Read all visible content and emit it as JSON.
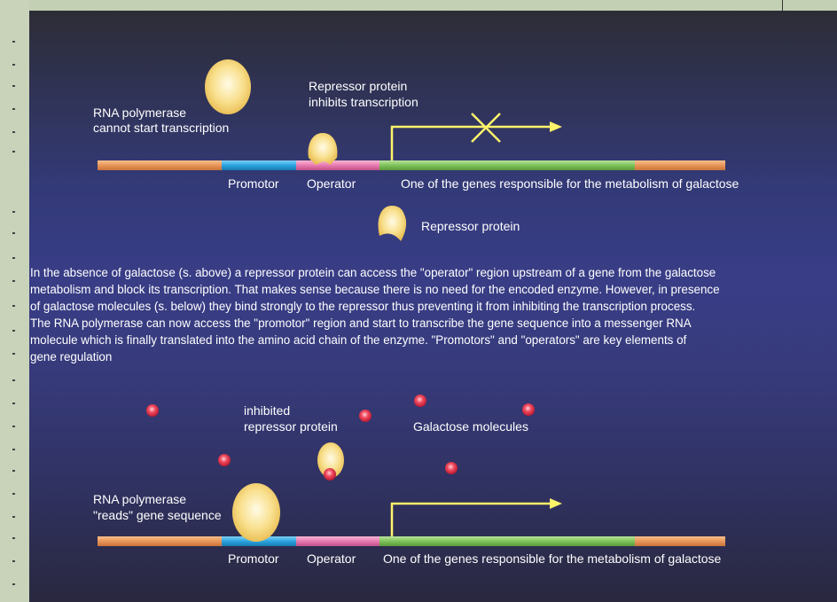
{
  "top": {
    "rna_polymerase_label": "RNA polymerase",
    "rna_polymerase_label_2": "cannot start transcription",
    "repressor_label": "Repressor protein",
    "repressor_label_2": "inhibits transcription",
    "promotor": "Promotor",
    "operator": "Operator",
    "gene": "One of the genes responsible for the metabolism of galactose"
  },
  "legend": {
    "repressor": "Repressor protein"
  },
  "paragraph": [
    "In the absence of galactose (s. above) a repressor protein can access  the \"operator\" region upstream of a gene from the galactose",
    "metabolism and block its transcription. That makes sense because there is no need for the encoded enzyme.  However, in presence",
    "of galactose molecules (s. below) they bind strongly to the repressor thus preventing it from inhibiting the transcription process.",
    "The RNA polymerase can now access the \"promotor\" region and start to transcribe the gene sequence into a messenger RNA",
    "molecule which is finally translated into the amino acid chain of the enzyme. \"Promotors\" and \"operators\" are key elements of",
    "gene regulation"
  ],
  "bottom": {
    "inhibited_label": "inhibited",
    "inhibited_label_2": "repressor protein",
    "galactose_label": "Galactose molecules",
    "rna_polymerase_label": "RNA polymerase",
    "rna_polymerase_label_2": "\"reads\" gene sequence",
    "promotor": "Promotor",
    "operator": "Operator",
    "gene": "One of the genes responsible for the metabolism of galactose"
  },
  "colors": {
    "segment_orange": "#e8955a",
    "segment_promotor": "#2aa3e0",
    "segment_operator": "#e87ab0",
    "segment_gene": "#7ec25a",
    "arrow": "#fff36a",
    "protein": "#f7d77a",
    "galactose": "#e8324a"
  }
}
